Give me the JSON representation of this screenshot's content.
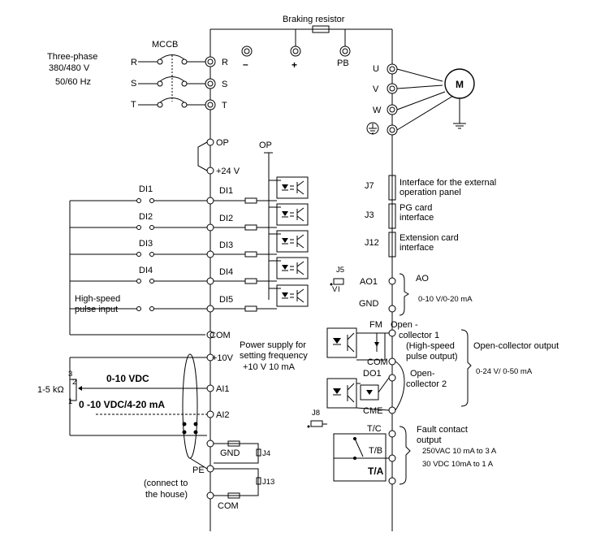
{
  "labels": {
    "braking_resistor": "Braking resistor",
    "mccb": "MCCB",
    "three_phase": "Three-phase",
    "voltage": "380/480 V",
    "frequency": "50/60 Hz",
    "in_r": "R",
    "in_s": "S",
    "in_t": "T",
    "term_r": "R",
    "term_s": "S",
    "term_t": "T",
    "minus": "–",
    "plus": "+",
    "pb": "PB",
    "u": "U",
    "v": "V",
    "w": "W",
    "motor": "M",
    "op": "OP",
    "op_top": "OP",
    "p24v": "+24 V",
    "di1_left": "DI1",
    "di2_left": "DI2",
    "di3_left": "DI3",
    "di4_left": "DI4",
    "di1": "DI1",
    "di2": "DI2",
    "di3": "DI3",
    "di4": "DI4",
    "di5": "DI5",
    "hs_pulse_1": "High-speed",
    "hs_pulse_2": "pulse input",
    "com": "COM",
    "p10v": "+10V",
    "psu_1": "Power supply for",
    "psu_2": "setting frequency",
    "psu_3": "+10 V 10 mA",
    "pot": "1-5 kΩ",
    "pin3": "3",
    "pin2": "2",
    "pin1": "1",
    "ai1": "AI1",
    "ai2": "AI2",
    "vdc_0_10": "0-10 VDC",
    "vdc_ma": "0 -10 VDC/4-20 mA",
    "gnd_bottom": "GND",
    "j4": "J4",
    "j13": "J13",
    "pe": "PE",
    "house_1": "(connect to",
    "house_2": "the house)",
    "com_bottom": "COM",
    "j7": "J7",
    "j3": "J3",
    "j12": "J12",
    "j7_desc_1": "Interface for the external",
    "j7_desc_2": "operation panel",
    "j3_desc_1": "PG card",
    "j3_desc_2": "interface",
    "j12_desc_1": "Extension card",
    "j12_desc_2": "interface",
    "j5": "J5",
    "j5_v": "V",
    "j5_i": "I",
    "ao1": "AO1",
    "ao_gnd": "GND",
    "ao": "AO",
    "ao_range": "0-10 V/0-20 mA",
    "fm": "FM",
    "oc1_1": "Open -",
    "oc1_2": "collector 1",
    "hs_out_1": "(High-speed",
    "hs_out_2": "pulse output)",
    "com_mid": "COM",
    "do1": "DO1",
    "oc2_1": "Open-",
    "oc2_2": "collector 2",
    "oc_output": "Open-collector output",
    "oc_range": "0-24 V/ 0-50 mA",
    "j8": "J8",
    "cme": "CME",
    "tc": "T/C",
    "tb": "T/B",
    "ta": "T/A",
    "fault_1": "Fault contact",
    "fault_2": "output",
    "fault_3": "250VAC 10 mA to 3 A",
    "fault_4": "30 VDC   10mA to 1 A"
  }
}
